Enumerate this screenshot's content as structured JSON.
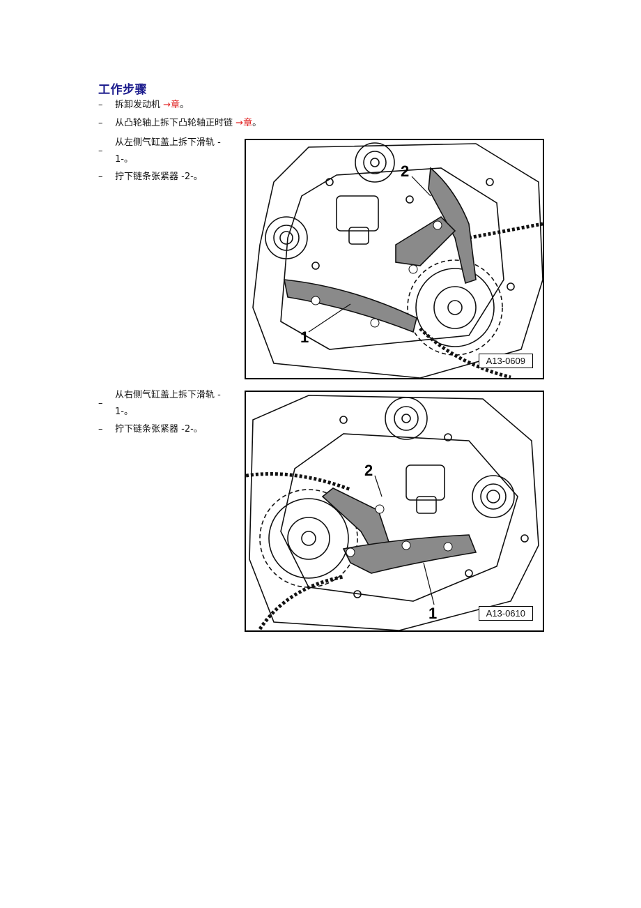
{
  "heading": "工作步骤",
  "steps": [
    {
      "dash": "–",
      "text": "拆卸发动机",
      "arrow": "→",
      "ref": "章",
      "end": "。"
    },
    {
      "dash": "–",
      "text": "从凸轮轴上拆下凸轮轴正时链",
      "arrow": "→",
      "ref": "章",
      "end": "。"
    },
    {
      "dash": "–",
      "line1": "从左侧气缸盖上拆下滑轨 -",
      "line2": "1-。"
    },
    {
      "dash": "–",
      "text": "拧下链条张紧器 -2-。"
    },
    {
      "dash": "–",
      "line1": "从右侧气缸盖上拆下滑轨 -",
      "line2": "1-。"
    },
    {
      "dash": "–",
      "text": "拧下链条张紧器 -2-。"
    }
  ],
  "figures": [
    {
      "label": "A13-0609",
      "callout_1": "1",
      "callout_2": "2"
    },
    {
      "label": "A13-0610",
      "callout_1": "1",
      "callout_2": "2"
    }
  ]
}
